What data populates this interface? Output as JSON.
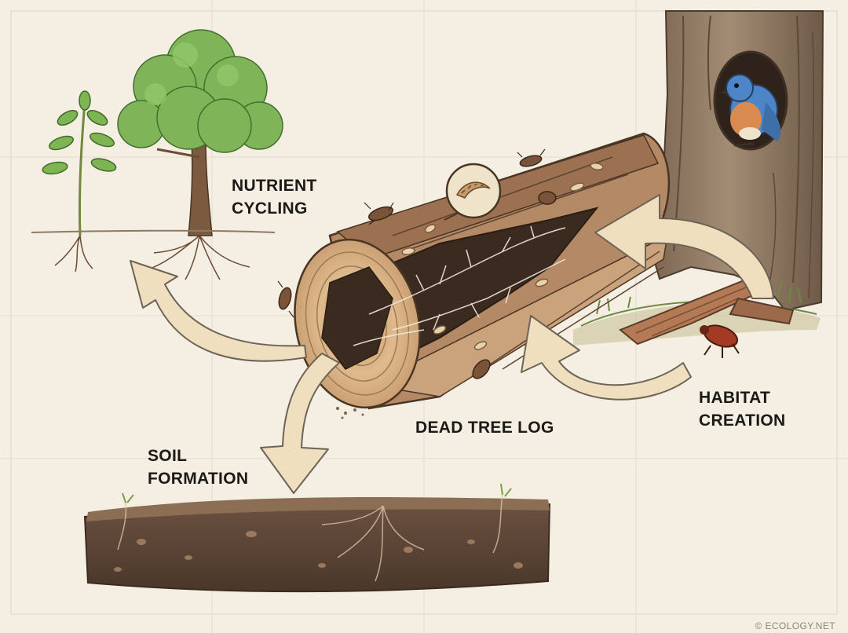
{
  "labels": {
    "nutrient_cycling": [
      "NUTRIENT",
      "CYCLING"
    ],
    "soil_formation": [
      "SOIL",
      "FORMATION"
    ],
    "dead_tree_log": "DEAD TREE LOG",
    "habitat_creation": [
      "HABITAT",
      "CREATION"
    ]
  },
  "credit": "© ECOLOGY.NET",
  "colors": {
    "paper": "#f4efe2",
    "grid": "#e2dccd",
    "arrow_fill": "#efdfbf",
    "arrow_stroke": "#6e6357",
    "wood_light": "#dcb88c",
    "wood_dark": "#5a3f2c",
    "leaf": "#6fa84a",
    "soil": "#5b4535",
    "bird_blue": "#4d86c8",
    "bird_breast": "#d98a4e"
  },
  "icons": [
    "sapling-icon",
    "tree-icon",
    "roots-icon",
    "log-icon",
    "fungus-icon",
    "beetle-icon",
    "larva-icon",
    "bird-icon",
    "tree-trunk-icon",
    "bark-icon",
    "soil-icon",
    "arrow-icon"
  ]
}
